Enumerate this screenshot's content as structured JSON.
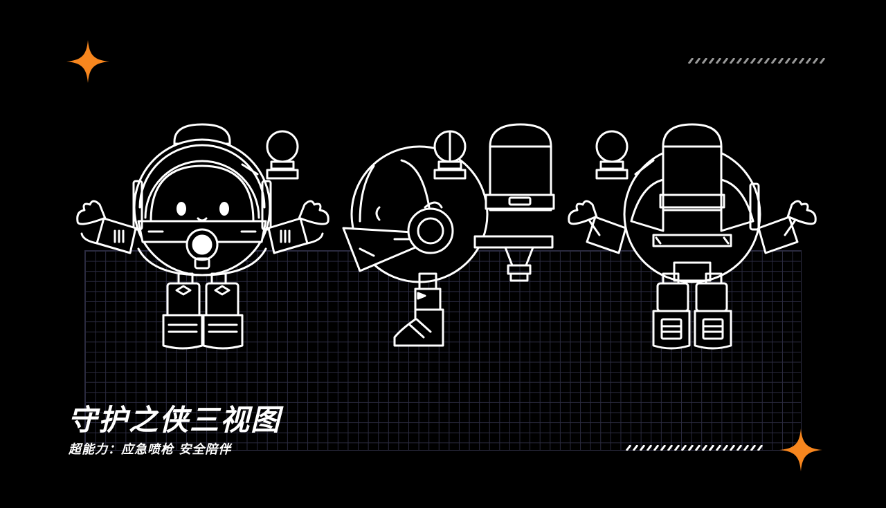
{
  "title": "守护之侠三视图",
  "subtitle": "超能力：应急喷枪 安全陪伴",
  "colors": {
    "background": "#000000",
    "line": "#ffffff",
    "accent": "#f7861e",
    "grid": "#2b2b40",
    "stripes": "#9a9a9a"
  },
  "icons": {
    "top_left": "sparkle-star-icon",
    "bottom_right": "sparkle-star-icon"
  },
  "views": [
    "front",
    "side",
    "back"
  ]
}
